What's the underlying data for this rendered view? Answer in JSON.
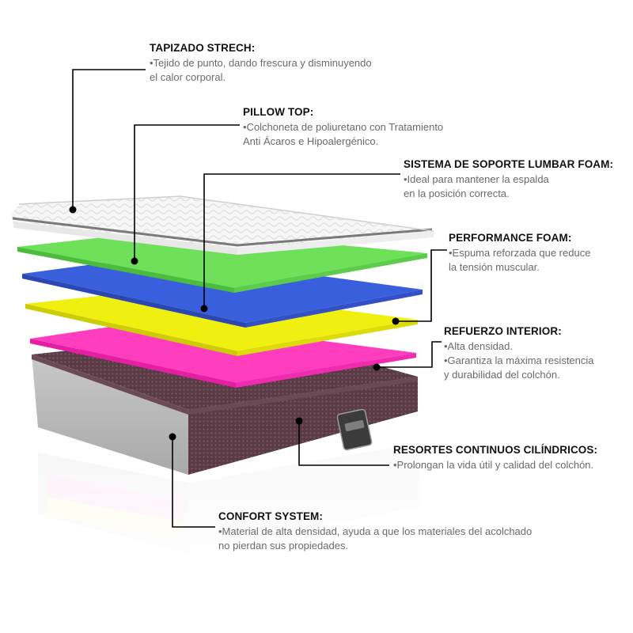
{
  "layers": [
    {
      "id": "tapizado",
      "title": "TAPIZADO STRECH:",
      "lines": [
        "•Tejido de punto, dando frescura y disminuyendo",
        "el calor corporal."
      ]
    },
    {
      "id": "pillow",
      "title": "PILLOW TOP:",
      "lines": [
        "•Colchoneta de poliuretano con Tratamiento",
        "Anti Ácaros e Hipoalergénico."
      ]
    },
    {
      "id": "lumbar",
      "title": "SISTEMA DE SOPORTE LUMBAR FOAM:",
      "lines": [
        "•Ideal para mantener  la espalda",
        "en la posición correcta."
      ]
    },
    {
      "id": "performance",
      "title": "PERFORMANCE FOAM:",
      "lines": [
        "•Espuma reforzada que reduce",
        "la tensión muscular."
      ]
    },
    {
      "id": "refuerzo",
      "title": "REFUERZO INTERIOR:",
      "lines": [
        "•Alta densidad.",
        "•Garantiza la máxima resistencia",
        "y durabilidad del colchón."
      ]
    },
    {
      "id": "resortes",
      "title": "RESORTES CONTINUOS CILÍNDRICOS:",
      "lines": [
        "•Prolongan la vida útil y calidad del colchón."
      ]
    },
    {
      "id": "confort",
      "title": "CONFORT SYSTEM:",
      "lines": [
        "•Material de alta densidad, ayuda a que los materiales del acolchado",
        "no pierdan sus propiedades."
      ]
    }
  ],
  "colors": {
    "top_cover": "#f4f4f4",
    "green_layer": "#6ee05a",
    "blue_layer": "#3a5fdc",
    "yellow_layer": "#f0f010",
    "pink_layer": "#ff3dbf",
    "base_side": "#bdbdbd",
    "spring_mesh": "#5a3a44",
    "leader_line": "#000000",
    "title_text": "#111111",
    "desc_text": "#6a6a6a"
  }
}
